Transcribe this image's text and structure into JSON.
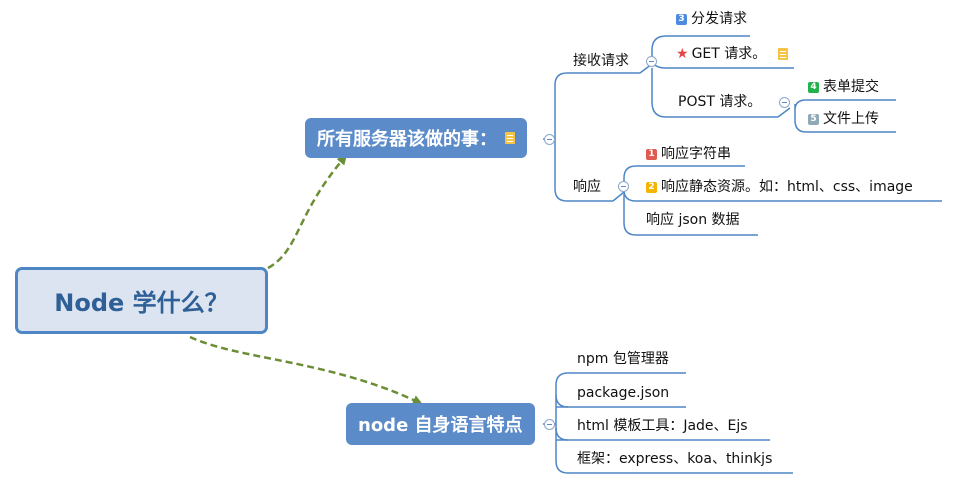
{
  "root": {
    "label": "Node 学什么？"
  },
  "topics": {
    "server": {
      "label": "所有服务器该做的事：",
      "note_icon": "note-icon"
    },
    "language": {
      "label": "node 自身语言特点"
    }
  },
  "server_branches": {
    "receive": {
      "label": "接收请求",
      "dispatch": {
        "label": "分发请求",
        "priority": "3"
      },
      "get": {
        "label": "GET 请求。",
        "marker": "star-icon",
        "note_icon": "note-icon"
      },
      "post": {
        "label": "POST 请求。",
        "form": {
          "label": "表单提交",
          "priority": "4"
        },
        "upload": {
          "label": "文件上传",
          "priority": "5"
        }
      }
    },
    "response": {
      "label": "响应",
      "string": {
        "label": "响应字符串",
        "priority": "1"
      },
      "static": {
        "label": "响应静态资源。如：html、css、image",
        "priority": "2"
      },
      "json": {
        "label": "响应 json 数据"
      }
    }
  },
  "language_items": [
    {
      "label": "npm 包管理器"
    },
    {
      "label": "package.json"
    },
    {
      "label": "html 模板工具：Jade、Ejs"
    },
    {
      "label": "框架：express、koa、thinkjs"
    }
  ],
  "colors": {
    "root_fill": "#dbe4f0",
    "root_border": "#4f86c6",
    "topic_fill": "#5b8bc9",
    "line": "#4f86c6",
    "dashed_connector": "#6b8e35",
    "priority_1": "#e05a4f",
    "priority_2": "#f5b400",
    "priority_3": "#4c8be0",
    "priority_4": "#22b14c",
    "priority_5": "#8fa9b8",
    "star": "#e64646",
    "note": "#f5c443"
  }
}
